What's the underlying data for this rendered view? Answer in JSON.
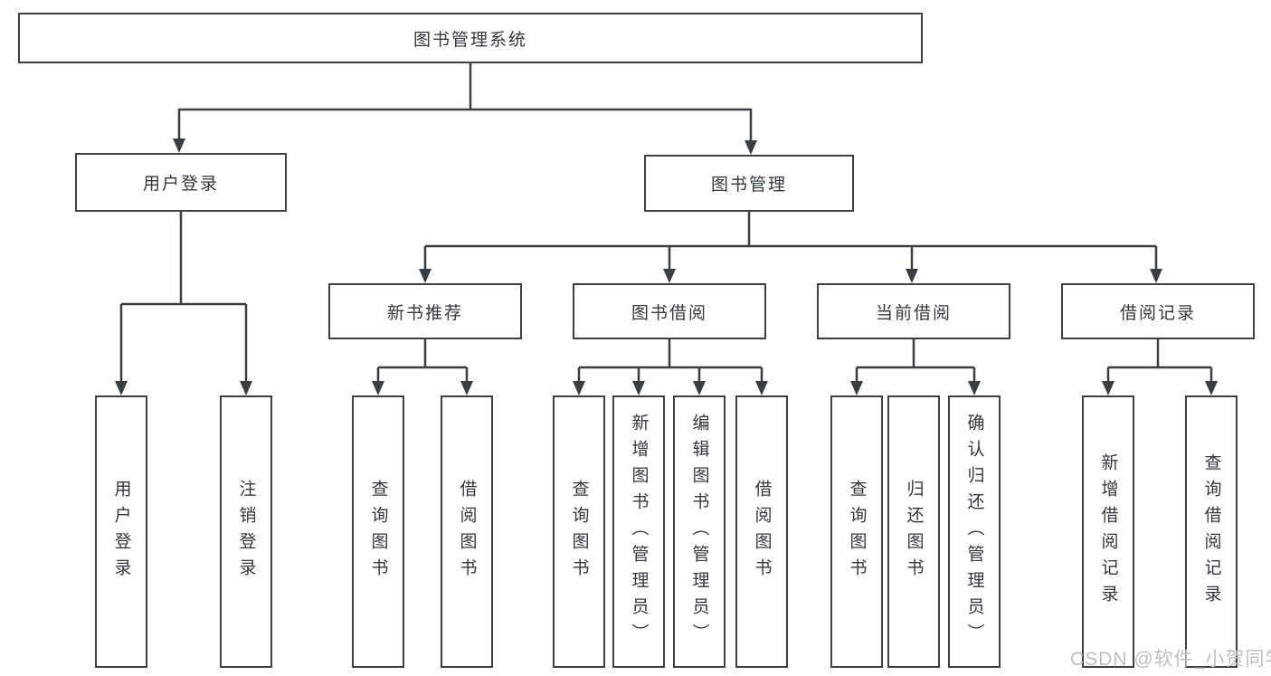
{
  "diagram": {
    "type": "hierarchy",
    "root": {
      "label": "图书管理系统"
    },
    "level2": [
      {
        "id": "user-login",
        "label": "用户登录",
        "parent": "图书管理系统"
      },
      {
        "id": "book-management",
        "label": "图书管理",
        "parent": "图书管理系统"
      }
    ],
    "level3": [
      {
        "id": "new-book-recommend",
        "label": "新书推荐",
        "parent": "图书管理"
      },
      {
        "id": "book-borrow",
        "label": "图书借阅",
        "parent": "图书管理"
      },
      {
        "id": "current-borrow",
        "label": "当前借阅",
        "parent": "图书管理"
      },
      {
        "id": "borrow-records",
        "label": "借阅记录",
        "parent": "图书管理"
      }
    ],
    "leaves": [
      {
        "label": "用户登录",
        "parent": "用户登录"
      },
      {
        "label": "注销登录",
        "parent": "用户登录"
      },
      {
        "label": "查询图书",
        "parent": "新书推荐"
      },
      {
        "label": "借阅图书",
        "parent": "新书推荐"
      },
      {
        "label": "查询图书",
        "parent": "图书借阅"
      },
      {
        "label": "新增图书（管理员）",
        "parent": "图书借阅"
      },
      {
        "label": "编辑图书（管理员）",
        "parent": "图书借阅"
      },
      {
        "label": "借阅图书",
        "parent": "图书借阅"
      },
      {
        "label": "查询图书",
        "parent": "当前借阅"
      },
      {
        "label": "归还图书",
        "parent": "当前借阅"
      },
      {
        "label": "确认归还（管理员）",
        "parent": "当前借阅"
      },
      {
        "label": "新增借阅记录",
        "parent": "借阅记录"
      },
      {
        "label": "查询借阅记录",
        "parent": "借阅记录"
      }
    ],
    "watermark": "CSDN @软件_小贺同学",
    "colors": {
      "line": "#3a3e43",
      "box_border": "#3d4045",
      "text": "#33373d",
      "background": "#ffffff",
      "watermark": "#bfbfbf"
    }
  }
}
